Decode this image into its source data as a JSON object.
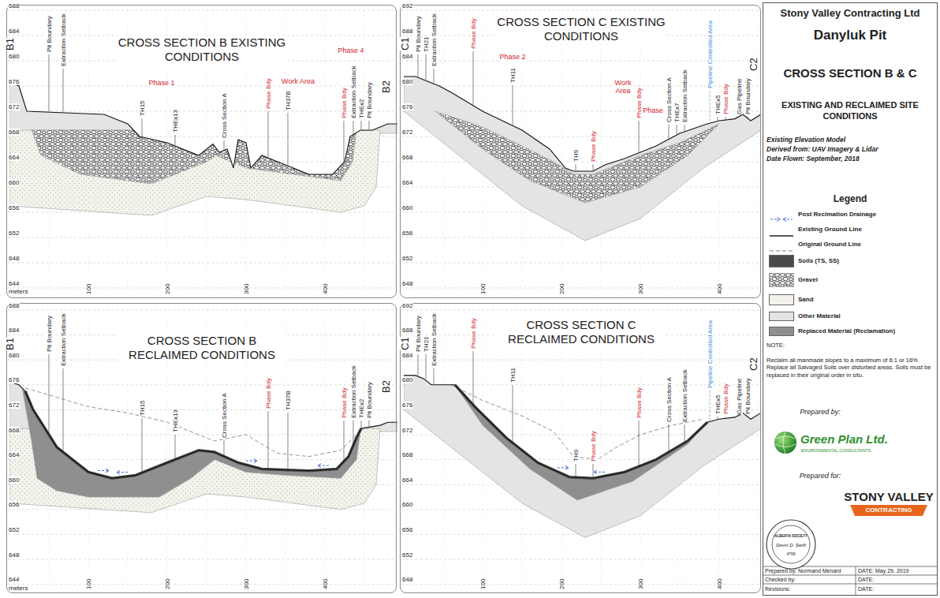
{
  "diagram": {
    "title": "CROSS SECTION B & C",
    "nodes": [
      {
        "text": [
          "CROSS SECTION B EXISTING CONDITIONS"
        ]
      },
      {
        "text": [
          "CROSS SECTION C EXISTING CONDITIONS"
        ]
      },
      {
        "text": [
          "CROSS SECTION B RECLAIMED CONDITIONS"
        ]
      },
      {
        "text": [
          "CROSS SECTION C RECLAIMED CONDITIONS"
        ]
      }
    ],
    "edges": [],
    "labels": [
      "688",
      "684",
      "680",
      "676",
      "672",
      "668",
      "664",
      "660",
      "656",
      "652",
      "648",
      "644",
      "100",
      "200",
      "300",
      "400",
      "meters",
      "B1",
      "Pit Boundary",
      "Extraction Setback",
      "TH15",
      "THEx13",
      "Cross Section A",
      "Phase Bdy",
      "TH37B",
      "Phase Bdy",
      "Extraction Setback",
      "THEx2",
      "Pit Boundary",
      "B2",
      "Phase 1",
      "Work Area",
      "Phase 4",
      "692",
      "688",
      "684",
      "680",
      "676",
      "672",
      "668",
      "664",
      "660",
      "656",
      "652",
      "648",
      "100",
      "200",
      "300",
      "400",
      "C1",
      "Pit Boundary",
      "TH21",
      "Extraction Setback",
      "Phase Bdy",
      "TH11",
      "TH9",
      "Phase Bdy",
      "Phase Bdy",
      "Cross Section A",
      "THEx7",
      "Extraction Setback",
      "Pipeline Controlled Area",
      "THEx5",
      "Phase Bdy",
      "Gas Pipeline",
      "Pit Boundary",
      "C2",
      "Phase 2",
      "Work Area",
      "Phase",
      "688",
      "684",
      "680",
      "676",
      "672",
      "668",
      "664",
      "660",
      "656",
      "652",
      "648",
      "644",
      "100",
      "200",
      "300",
      "400",
      "meters",
      "B1",
      "Pit Boundary",
      "Extraction Setback",
      "TH15",
      "THEx13",
      "Cross Section A",
      "Phase Bdy",
      "TH37B",
      "Phase Bdy",
      "Extraction Setback",
      "THEx2",
      "Pit Boundary",
      "B2",
      "692",
      "688",
      "684",
      "680",
      "676",
      "672",
      "668",
      "664",
      "660",
      "656",
      "652",
      "648",
      "100",
      "200",
      "300",
      "400",
      "C1",
      "Pit Boundary",
      "TH21",
      "Extraction Setback",
      "Phase Bdy",
      "TH11",
      "TH9",
      "Phase Bdy",
      "Phase Bdy",
      "Cross Section A",
      "Extraction Setback",
      "Pipeline Controlled Area",
      "THEx5",
      "Phase Bdy",
      "Gas Pipeline",
      "Pit Boundary",
      "C2",
      "Stony Valley Contracting Ltd",
      "Danyluk Pit",
      "CROSS SECTION B & C",
      "EXISTING AND RECLAIMED SITE CONDITIONS",
      "Existing Elevation Model",
      "Derived from: UAV Imagery & Lidar",
      "Date Flown: September, 2018",
      "Legend",
      "NOTE:",
      "Reclaim all manmade slopes to a maximum of 6:1 or 16%. Replace all Salvaged Soils over disturbed areas. Soils must be replaced in their original order in situ.",
      "Prepared by:",
      "Green Plan Ltd.",
      "ENVIRONMENTAL CONSULTANTS",
      "Prepared for:",
      "STONY VALLEY",
      "CONTRACTING",
      "ALBERTA SOCIETY",
      "Devin D. Swift",
      "4799",
      "Prepared by: Normand Menard",
      "DATE: May 29, 2019",
      "Checked by:",
      "DATE:",
      "Revisions:",
      "DATE:"
    ],
    "legend": [
      {
        "text": "Post Reclmation Drainage"
      },
      {
        "text": "Existing Ground Line"
      },
      {
        "text": "Original Ground Line"
      },
      {
        "text": "Soils (TS, SS)",
        "color": "#4a4a4a"
      },
      {
        "text": "Gravel"
      },
      {
        "text": "Sand",
        "color": "#f3f3ec"
      },
      {
        "text": "Other Material",
        "color": "#e4e4e4"
      },
      {
        "text": "Replaced Material (Reclamation)",
        "color": "#8f8f8f"
      }
    ]
  }
}
